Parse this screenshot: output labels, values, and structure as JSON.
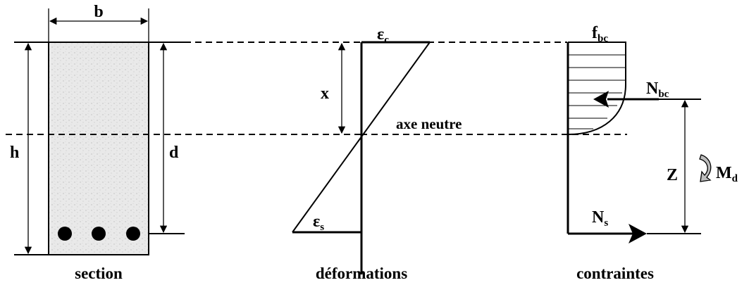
{
  "section": {
    "label_b": "b",
    "label_h": "h",
    "label_d": "d",
    "caption": "section"
  },
  "deformations": {
    "eps_c_main": "ε",
    "eps_c_sub": "c",
    "eps_s_main": "ε",
    "eps_s_sub": "s",
    "label_x": "x",
    "neutral_axis": "axe neutre",
    "caption": "déformations"
  },
  "contraintes": {
    "fbc_main": "f",
    "fbc_sub": "bc",
    "nbc_main": "N",
    "nbc_sub": "bc",
    "ns_main": "N",
    "ns_sub": "s",
    "label_z": "Z",
    "md_main": "M",
    "md_sub": "d",
    "caption": "contraintes"
  },
  "colors": {
    "line": "#000000",
    "concrete": "#e8e8e8",
    "moment_arrow": "#bdbdbd"
  }
}
